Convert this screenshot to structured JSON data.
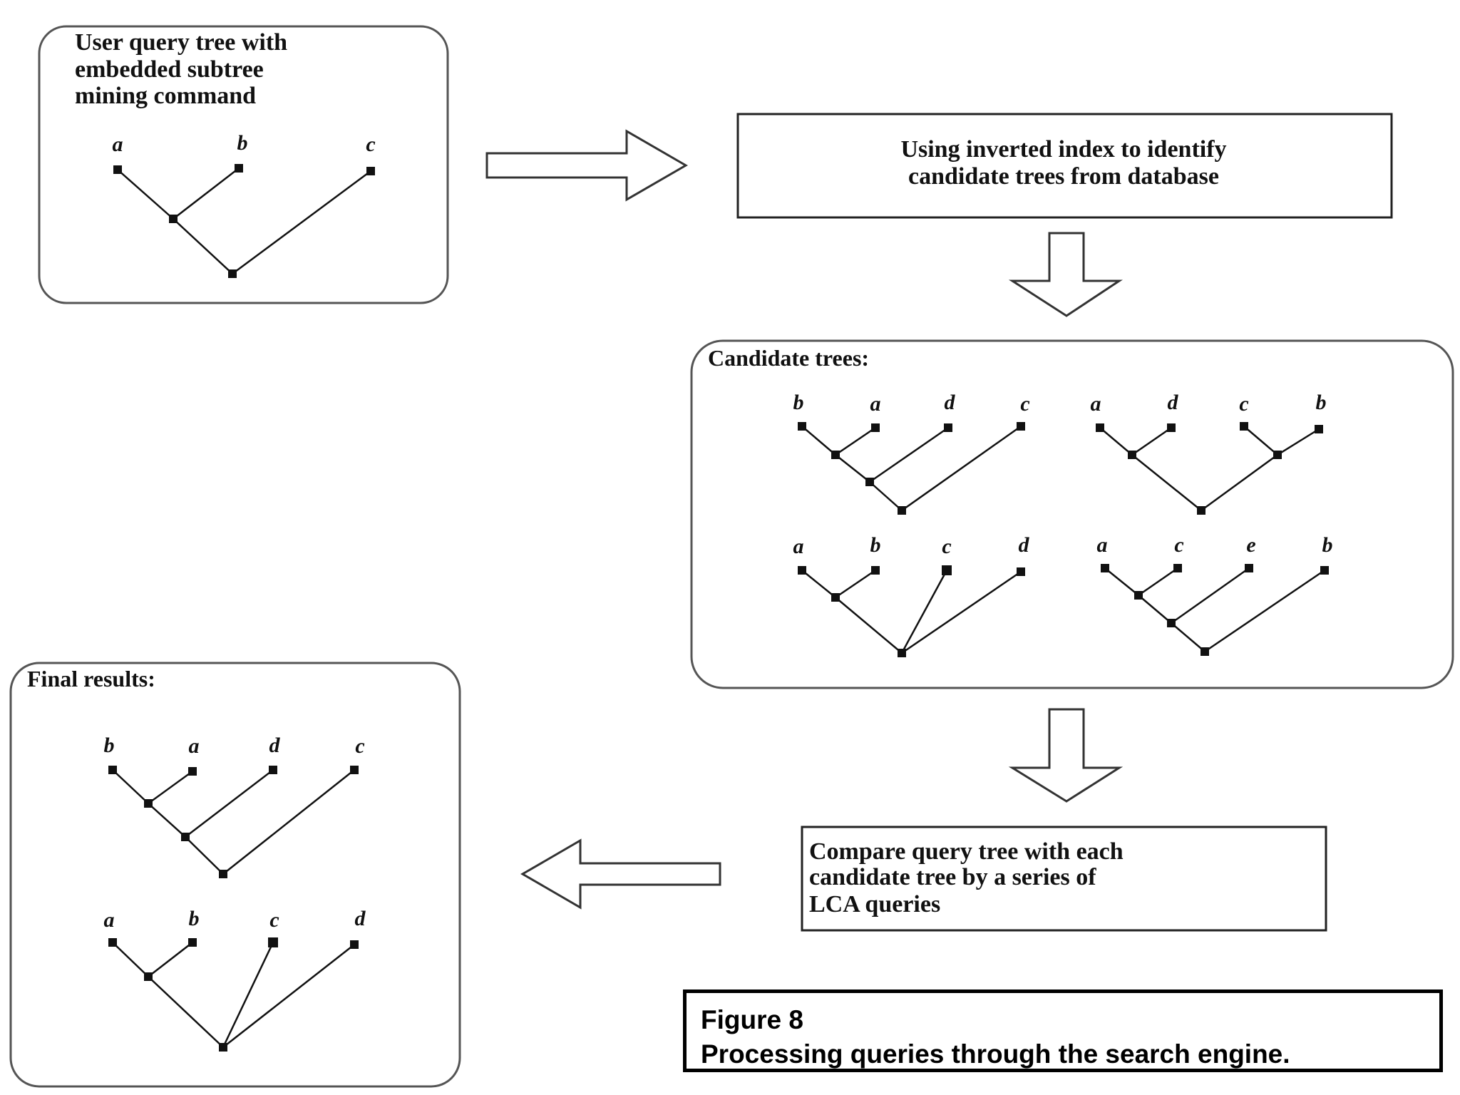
{
  "query_box": {
    "lines": [
      "User query tree with",
      "embedded subtree",
      "mining command"
    ],
    "tree": {
      "leaves": [
        "a",
        "b",
        "c"
      ]
    }
  },
  "index_box": {
    "lines": [
      "Using inverted index to identify",
      "candidate trees from database"
    ]
  },
  "candidate_box": {
    "title": "Candidate trees:",
    "trees": [
      {
        "leaves": [
          "b",
          "a",
          "d",
          "c"
        ]
      },
      {
        "leaves": [
          "a",
          "d",
          "c",
          "b"
        ]
      },
      {
        "leaves": [
          "a",
          "b",
          "c",
          "d"
        ]
      },
      {
        "leaves": [
          "a",
          "c",
          "e",
          "b"
        ]
      }
    ]
  },
  "compare_box": {
    "lines": [
      "Compare query tree with each",
      "candidate tree by a series of",
      "LCA queries"
    ]
  },
  "results_box": {
    "title": "Final results:",
    "trees": [
      {
        "leaves": [
          "b",
          "a",
          "d",
          "c"
        ]
      },
      {
        "leaves": [
          "a",
          "b",
          "c",
          "d"
        ]
      }
    ]
  },
  "caption": {
    "figure": "Figure 8",
    "text": "Processing queries through the search engine."
  }
}
